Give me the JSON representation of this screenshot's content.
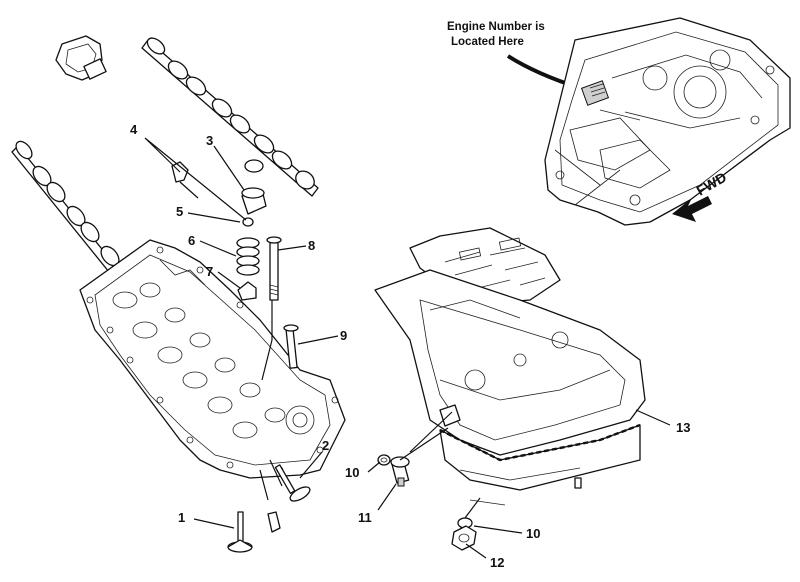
{
  "annotation": {
    "line1": "Engine Number is",
    "line2": "Located Here"
  },
  "direction_label": "FWD",
  "callouts": [
    "1",
    "2",
    "3",
    "4",
    "5",
    "6",
    "7",
    "8",
    "9",
    "10",
    "11",
    "13",
    "10",
    "12"
  ]
}
